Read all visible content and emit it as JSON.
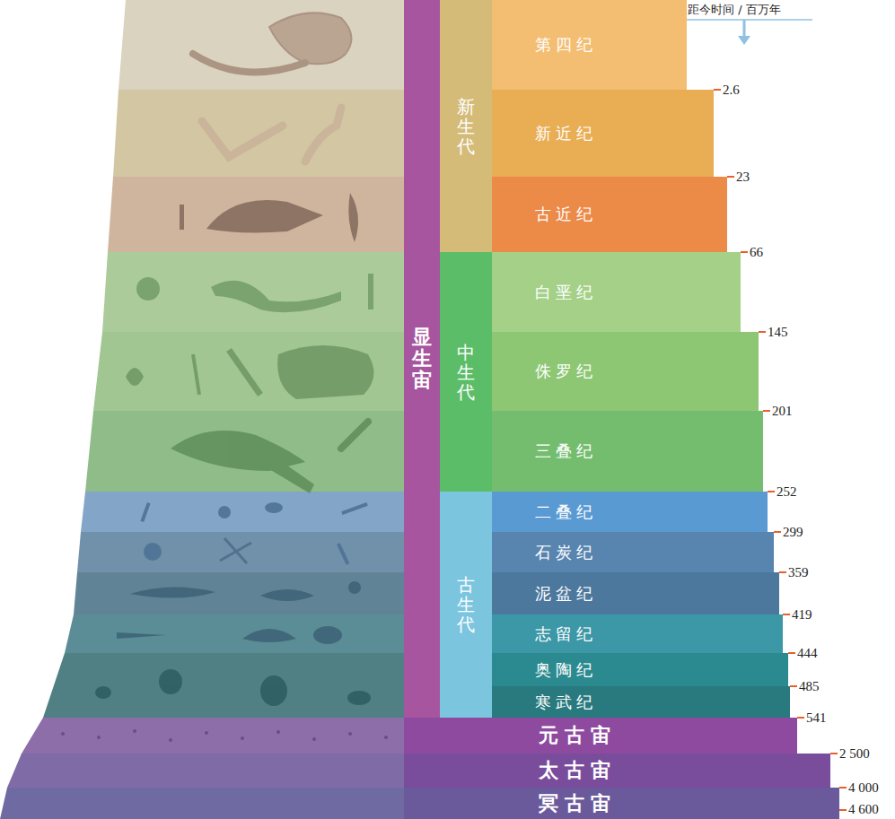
{
  "diagram": {
    "nodes": [
      {
        "text": [
          "显生宙"
        ]
      },
      {
        "text": [
          "新生代"
        ]
      },
      {
        "text": [
          "第四纪"
        ]
      },
      {
        "text": [
          "新近纪"
        ]
      },
      {
        "text": [
          "古近纪"
        ]
      },
      {
        "text": [
          "中生代"
        ]
      },
      {
        "text": [
          "白垩纪"
        ]
      },
      {
        "text": [
          "侏罗纪"
        ]
      },
      {
        "text": [
          "三叠纪"
        ]
      },
      {
        "text": [
          "古生代"
        ]
      },
      {
        "text": [
          "二叠纪"
        ]
      },
      {
        "text": [
          "石炭纪"
        ]
      },
      {
        "text": [
          "泥盆纪"
        ]
      },
      {
        "text": [
          "志留纪"
        ]
      },
      {
        "text": [
          "奥陶纪"
        ]
      },
      {
        "text": [
          "寒武纪"
        ]
      },
      {
        "text": [
          "元古宙"
        ]
      },
      {
        "text": [
          "太古宙"
        ]
      },
      {
        "text": [
          "冥古宙"
        ]
      }
    ],
    "labels": [
      "距今时间 / 百万年",
      "2.6",
      "23",
      "66",
      "145",
      "201",
      "252",
      "299",
      "359",
      "419",
      "444",
      "485",
      "541",
      "2 500",
      "4 000",
      "4 600"
    ]
  }
}
